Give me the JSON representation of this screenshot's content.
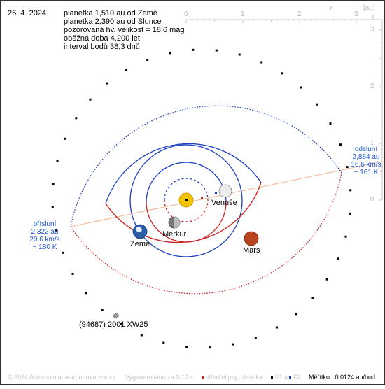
{
  "date": "26. 4. 2024",
  "info_lines": [
    "planetka 1,510 au od Země",
    "planetka 2,390 au od Slunce",
    "pozorovaná hv. velikost = 18,6 mag",
    "oběžná doba 4,200 let",
    "interval bodů 38,3 dnů"
  ],
  "axis": {
    "unit_label": "[au]",
    "x_label": "x",
    "y_label": "y",
    "x_ticks": [
      "0",
      "1",
      "2",
      "3"
    ],
    "y_ticks": [
      "3",
      "2",
      "1",
      "0"
    ]
  },
  "perihelion": {
    "lines": [
      "přísluní",
      "2,322 au",
      "20,6 km/s",
      "~ 180 K"
    ]
  },
  "aphelion": {
    "lines": [
      "odsluní",
      "2,884 au",
      "16,6 km/s",
      "~ 161 K"
    ]
  },
  "bodies": {
    "venus": "Venuše",
    "mercury": "Merkur",
    "earth": "Země",
    "mars": "Mars",
    "asteroid": "(94687) 2001 XW25"
  },
  "footer": {
    "copyright": "© 2024 Astronomia, astronomia.zcu.cz",
    "generated": "Vygenerováno za 0,10 s",
    "legend_center": "střed elipsy, ohniska",
    "legend_f1": "F1 a",
    "legend_f2": "F2",
    "scale": "Měřítko : 0,0124 au/bod"
  },
  "colors": {
    "blue_orbit": "#1a3fbf",
    "red_orbit": "#cc1f1f",
    "apsides_line": "#f5b48c",
    "sun": "#f5c400",
    "label_blue": "#1a56d6"
  }
}
